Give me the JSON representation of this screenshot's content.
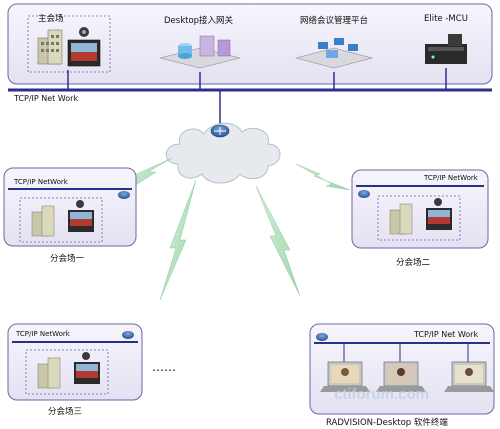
{
  "main_site": {
    "label": "主会场",
    "network_label": "TCP/IP Net Work",
    "components": [
      {
        "label": "Desktop接入网关"
      },
      {
        "label": "网络会议管理平台"
      },
      {
        "label": "Elite -MCU"
      }
    ]
  },
  "branch_sites": [
    {
      "label": "分会场一",
      "network_label": "TCP/IP NetWork"
    },
    {
      "label": "分会场二",
      "network_label": "TCP/IP NetWork"
    },
    {
      "label": "分会场三",
      "network_label": "TCP/IP NetWork"
    },
    {
      "label": "RADVISION-Desktop 软件终端",
      "network_label": "TCP/IP Net Work"
    }
  ],
  "ellipsis": "……",
  "watermark": "ctiforum.com",
  "colors": {
    "panel_fill": "#eceaf6",
    "panel_stroke": "#6a65a8",
    "backbone": "#2a2f8c",
    "cloud": "#e6eaef",
    "lightning": "#b9e3c4"
  }
}
